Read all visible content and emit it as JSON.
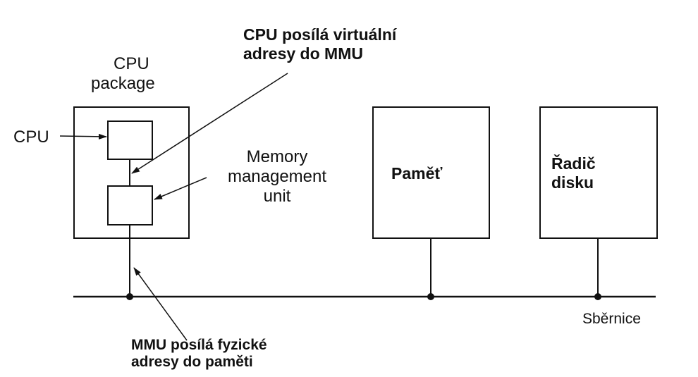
{
  "labels": {
    "cpu_package_line1": "CPU",
    "cpu_package_line2": "package",
    "cpu": "CPU",
    "cpu_sends_line1": "CPU posílá virtuální",
    "cpu_sends_line2": "adresy do MMU",
    "mmu_line1": "Memory",
    "mmu_line2": "management",
    "mmu_line3": "unit",
    "memory": "Paměť",
    "disk_controller_line1": "Řadič",
    "disk_controller_line2": "disku",
    "bus": "Sběrnice",
    "mmu_sends_line1": "MMU posílá fyzické",
    "mmu_sends_line2": "adresy do paměti"
  },
  "colors": {
    "ink": "#111111",
    "background": "#ffffff"
  }
}
